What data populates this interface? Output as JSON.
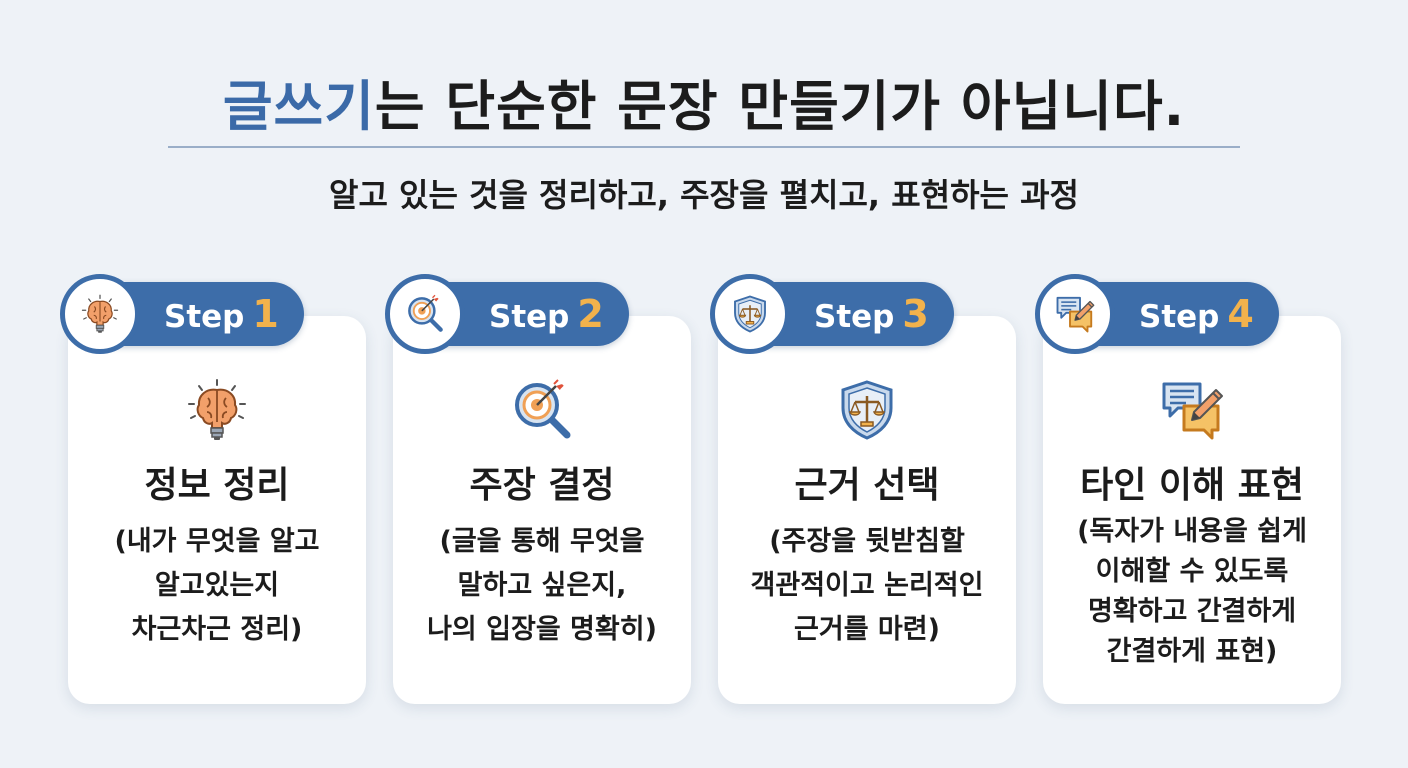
{
  "header": {
    "title_accent": "글쓰기",
    "title_rest": "는 단순한 문장 만들기가 아닙니다.",
    "subtitle": "알고 있는 것을 정리하고, 주장을 펼치고, 표현하는 과정"
  },
  "colors": {
    "accent": "#3b6aa8",
    "pill": "#3d6da9",
    "step_number": "#f2b24c",
    "background": "#eef2f7"
  },
  "steps": [
    {
      "label": "Step",
      "number": "1",
      "icon": "brain-lightbulb-icon",
      "title": "정보 정리",
      "lines": [
        "(내가 무엇을 알고",
        "알고있는지",
        "차근차근 정리)"
      ]
    },
    {
      "label": "Step",
      "number": "2",
      "icon": "target-magnifier-icon",
      "title": "주장 결정",
      "lines": [
        "(글을 통해 무엇을",
        "말하고 싶은지,",
        "나의 입장을 명확히)"
      ]
    },
    {
      "label": "Step",
      "number": "3",
      "icon": "shield-scale-icon",
      "title": "근거 선택",
      "lines": [
        "(주장을 뒷받침할",
        "객관적이고 논리적인",
        "근거를 마련)"
      ]
    },
    {
      "label": "Step",
      "number": "4",
      "icon": "chat-pencil-icon",
      "title": "타인 이해 표현",
      "lines": [
        "(독자가 내용을 쉽게",
        "이해할 수 있도록",
        "명확하고 간결하게",
        "간결하게 표현)"
      ]
    }
  ]
}
